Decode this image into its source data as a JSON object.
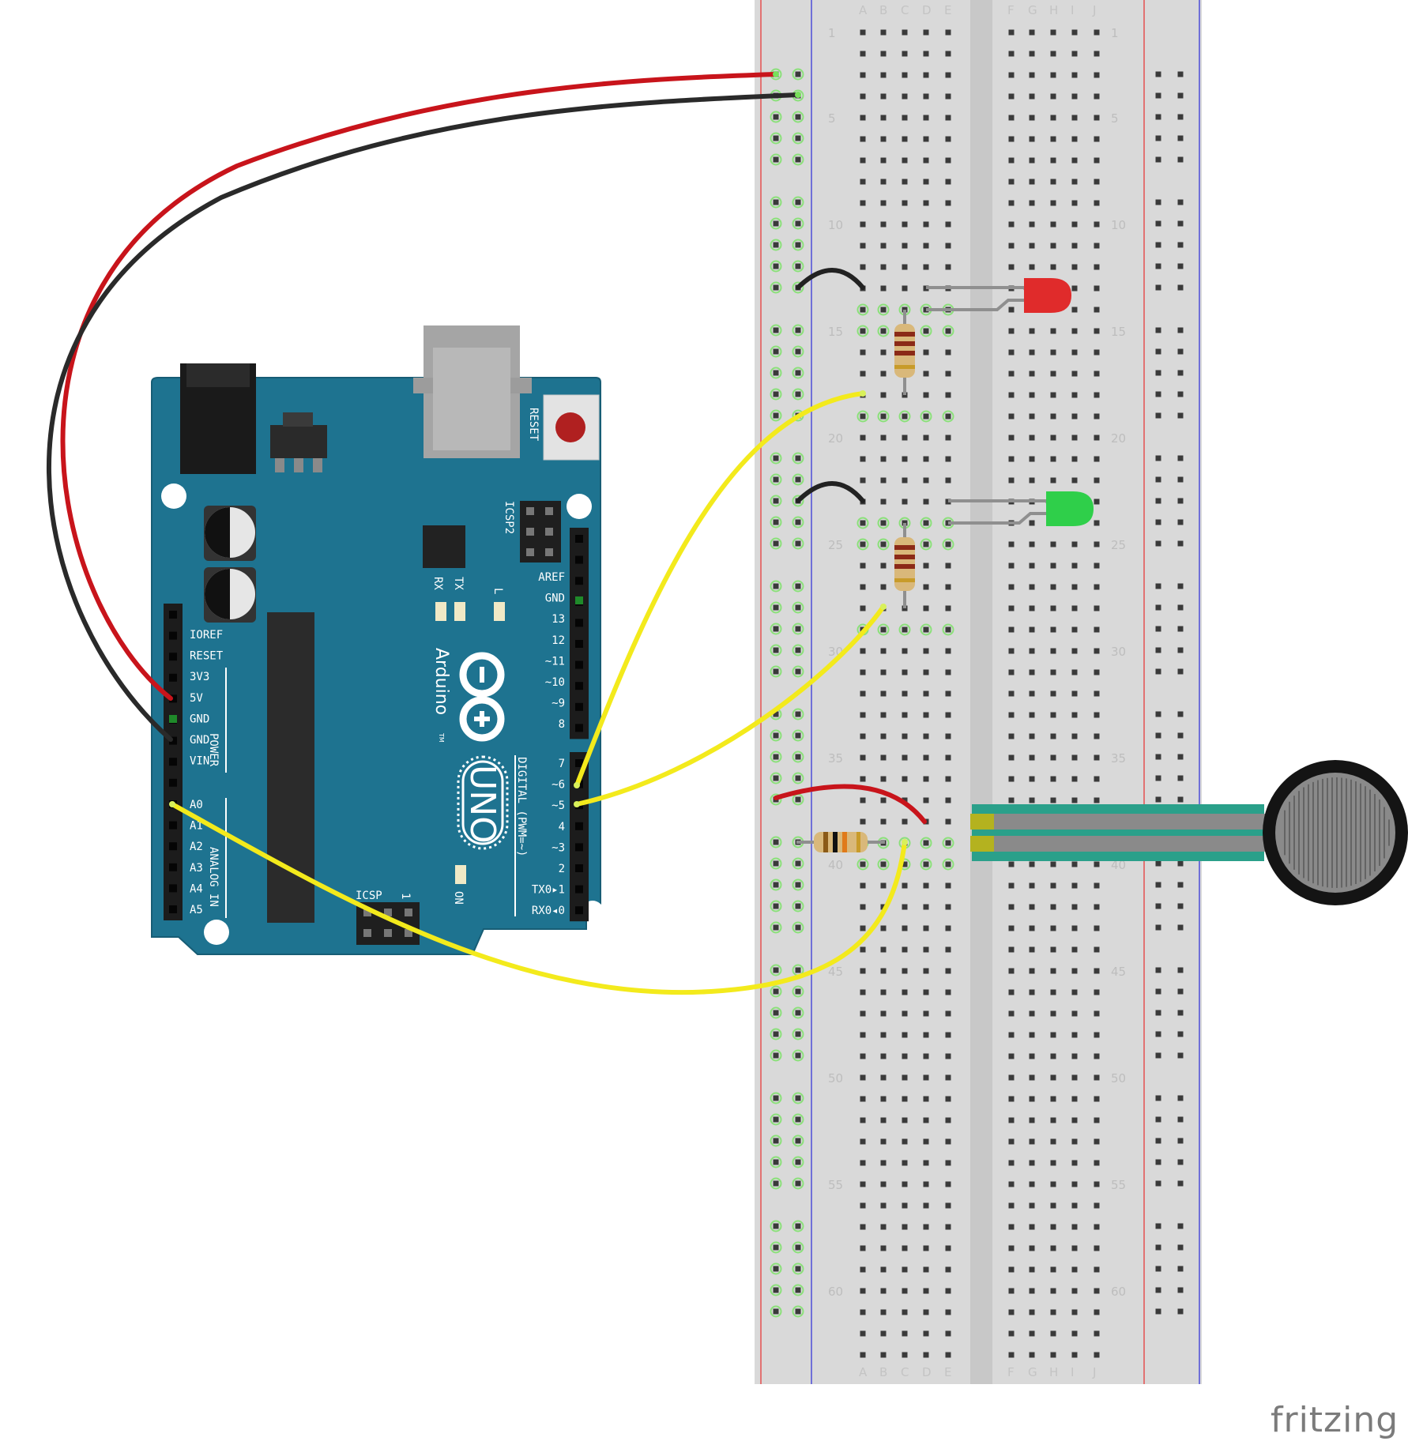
{
  "board": {
    "reset_label": "RESET",
    "icsp2_label": "ICSP2",
    "icsp_label": "ICSP",
    "icsp_pin1": "1",
    "tx_label": "TX",
    "rx_label": "RX",
    "l_label": "L",
    "on_label": "ON",
    "brand": "Arduino",
    "trademark": "TM",
    "model": "UNO",
    "power_group": "POWER",
    "analog_group": "ANALOG IN",
    "digital_group": "DIGITAL (PWM=~)",
    "power_pins": [
      "IOREF",
      "RESET",
      "3V3",
      "5V",
      "GND",
      "GND",
      "VIN"
    ],
    "analog_pins": [
      "A0",
      "A1",
      "A2",
      "A3",
      "A4",
      "A5"
    ],
    "digital_top": [
      "AREF",
      "GND",
      "13",
      "12",
      "~11",
      "~10",
      "~9",
      "8"
    ],
    "digital_bottom": [
      "7",
      "~6",
      "~5",
      "4",
      "~3",
      "2",
      "TX0▸1",
      "RX0◂0"
    ]
  },
  "breadboard": {
    "columns_left": [
      "A",
      "B",
      "C",
      "D",
      "E"
    ],
    "columns_right": [
      "F",
      "G",
      "H",
      "I",
      "J"
    ],
    "row_numbers": [
      "1",
      "5",
      "10",
      "15",
      "20",
      "25",
      "30",
      "35",
      "40",
      "45",
      "50",
      "55",
      "60"
    ]
  },
  "components": {
    "led_red_color": "#e02b2b",
    "led_green_color": "#2fcf4a",
    "wire_red": "#c8141b",
    "wire_black": "#2a2a2a",
    "wire_yellow": "#f3ea1c",
    "board_color": "#1e7390"
  },
  "credit": "fritzing"
}
